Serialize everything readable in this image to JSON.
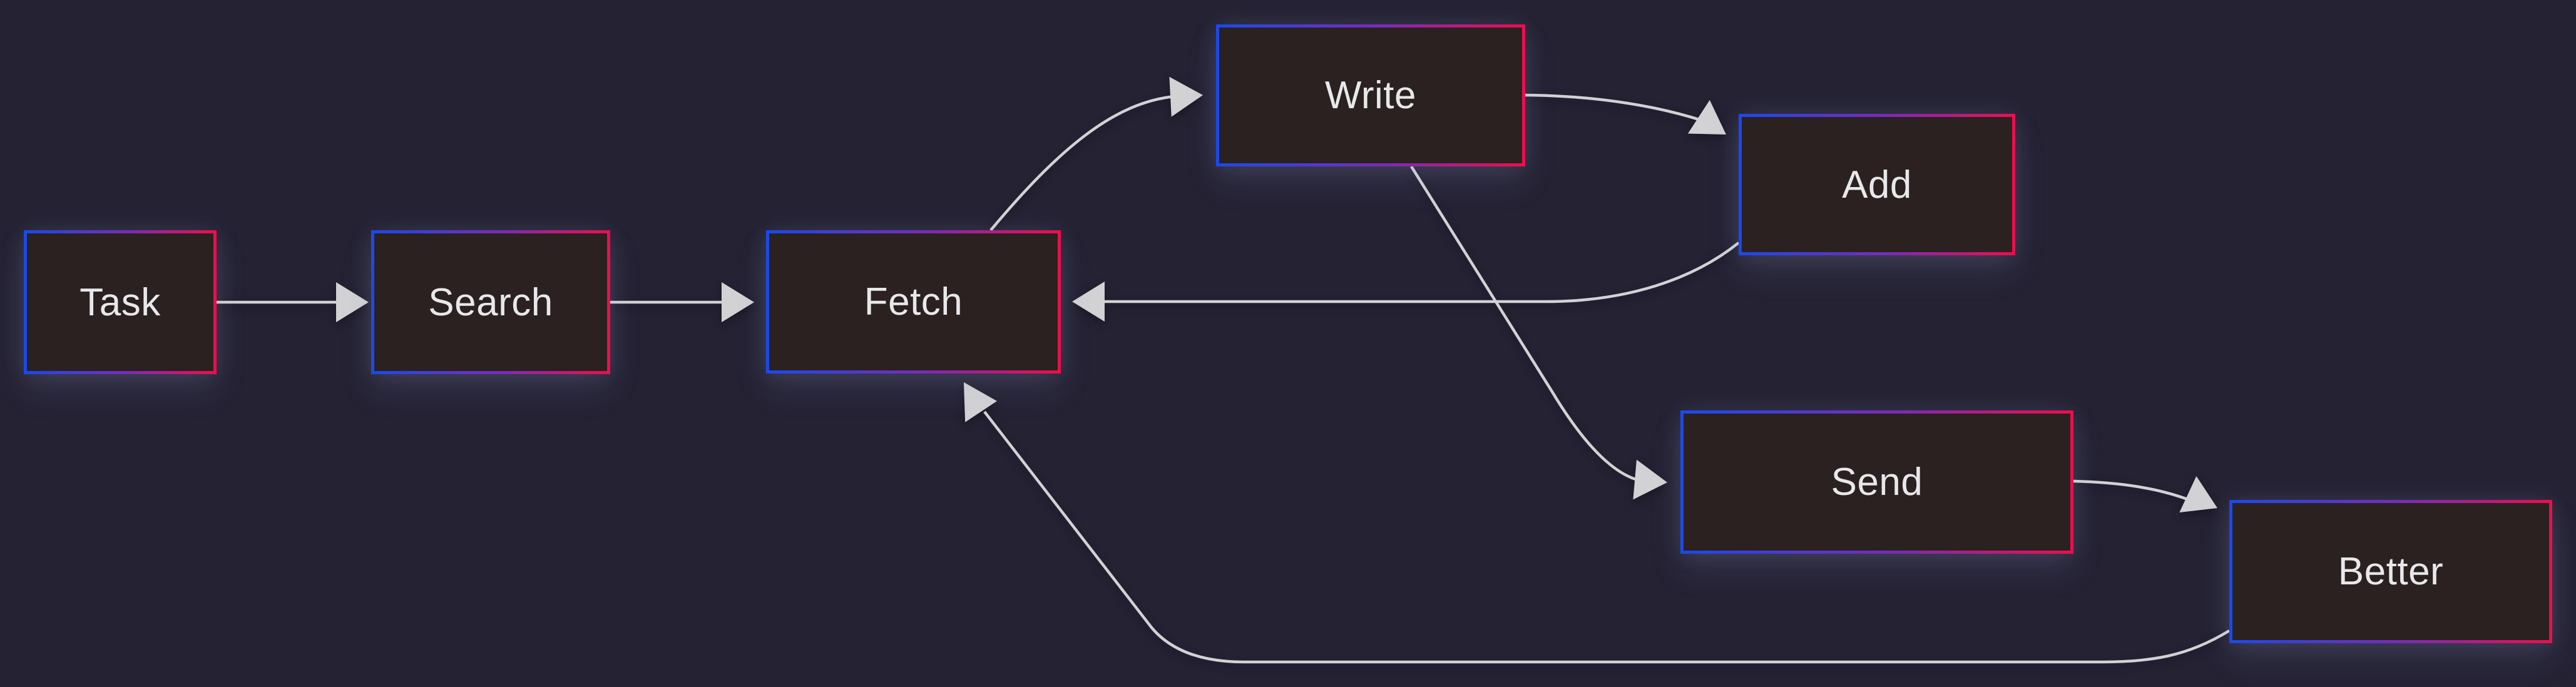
{
  "diagram": {
    "nodes": [
      {
        "id": "task",
        "label": "Task"
      },
      {
        "id": "search",
        "label": "Search"
      },
      {
        "id": "fetch",
        "label": "Fetch"
      },
      {
        "id": "write",
        "label": "Write"
      },
      {
        "id": "add",
        "label": "Add"
      },
      {
        "id": "send",
        "label": "Send"
      },
      {
        "id": "better",
        "label": "Better"
      }
    ],
    "edges": [
      {
        "from": "Task",
        "to": "Search"
      },
      {
        "from": "Search",
        "to": "Fetch"
      },
      {
        "from": "Fetch",
        "to": "Write"
      },
      {
        "from": "Write",
        "to": "Add"
      },
      {
        "from": "Add",
        "to": "Fetch"
      },
      {
        "from": "Write",
        "to": "Send"
      },
      {
        "from": "Send",
        "to": "Better"
      },
      {
        "from": "Better",
        "to": "Fetch"
      }
    ],
    "theme": {
      "background": "#242233",
      "node_fill": "#2a2120",
      "border_gradient_start": "#1c49ea",
      "border_gradient_mid": "#7b2bb5",
      "border_gradient_end": "#ec0e4e",
      "edge_color": "#d2d2d4",
      "text_color": "#e8e8ea"
    }
  }
}
